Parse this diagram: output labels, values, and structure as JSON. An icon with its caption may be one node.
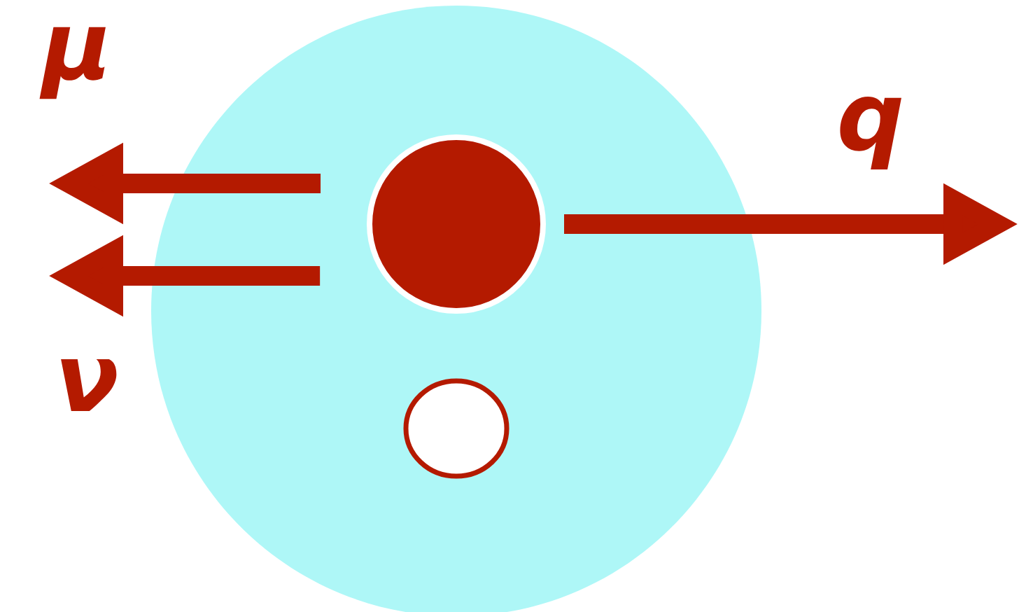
{
  "diagram": {
    "nodes": [
      {
        "text": [],
        "shape": "circle"
      },
      {
        "text": [],
        "shape": "circle",
        "in": 0
      },
      {
        "text": [],
        "shape": "circle",
        "in": 0
      }
    ],
    "edges": [
      {
        "from": 1,
        "to": null,
        "arrow": "to",
        "label": "μ"
      },
      {
        "from": 1,
        "to": null,
        "arrow": "to",
        "label": "ν"
      },
      {
        "from": 1,
        "to": null,
        "arrow": "to",
        "label": "q"
      }
    ]
  }
}
